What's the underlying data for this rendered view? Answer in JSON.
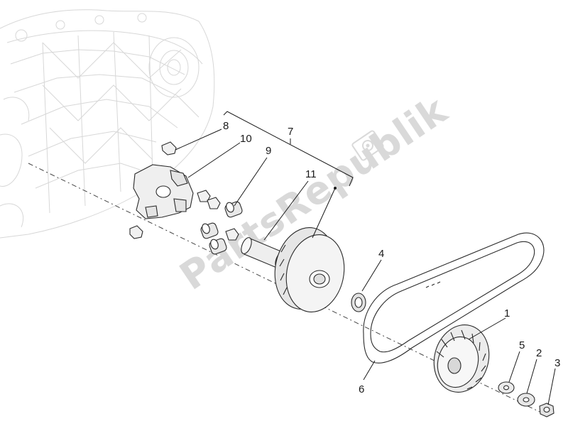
{
  "callouts": [
    "1",
    "2",
    "3",
    "4",
    "5",
    "6",
    "7",
    "8",
    "9",
    "10",
    "11"
  ],
  "watermark": "PartsRepublik",
  "icons": {
    "watermark_logo": "gear-icon"
  }
}
